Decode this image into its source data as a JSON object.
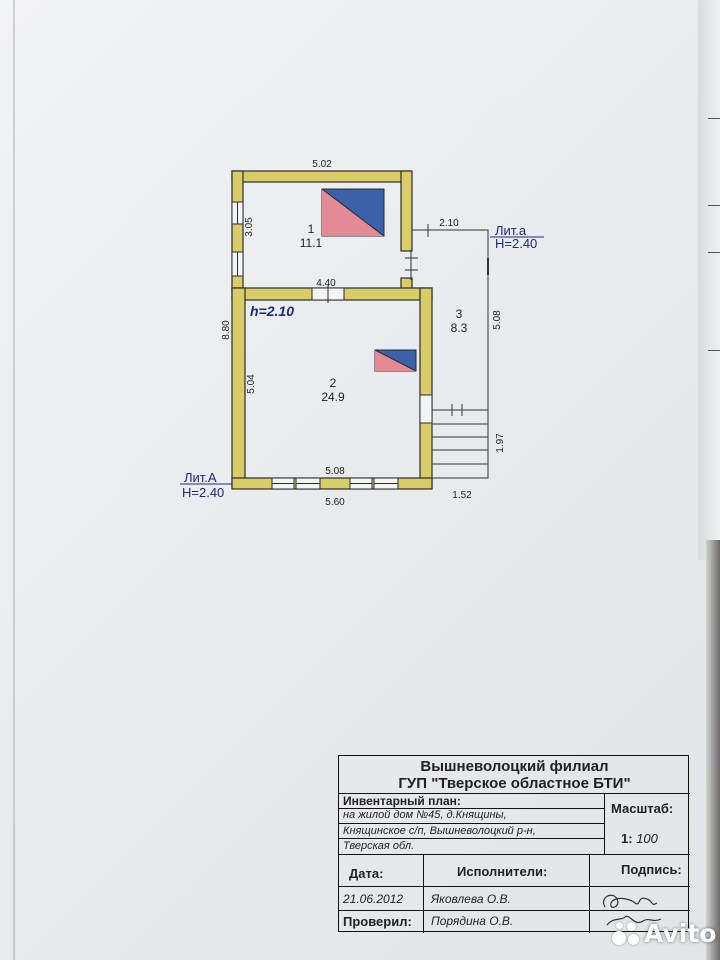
{
  "floorplan": {
    "dims": {
      "top_width": "5.02",
      "room1_height": "3.05",
      "porch_width": "2.10",
      "room1_bottom": "4.40",
      "left_total": "8.80",
      "room2_height": "5.04",
      "bottom_inner": "5.08",
      "bottom_outer": "5.60",
      "veranda_height": "5.08",
      "stairs_height": "1.97",
      "stairs_width": "1.52"
    },
    "rooms": [
      {
        "number": "1",
        "area": "11.1"
      },
      {
        "number": "2",
        "area": "24.9"
      },
      {
        "number": "3",
        "area": "8.3"
      }
    ],
    "inner_height": "h=2.10",
    "lit_small": {
      "name": "Лит.а",
      "height": "H=2.40"
    },
    "lit_main": {
      "name": "Лит.А",
      "height": "H=2.40"
    },
    "colors": {
      "wall": "#d9cd6a",
      "stove_blue": "#3b62a8",
      "stove_pink": "#e48a97",
      "outline": "#2b2b2b"
    }
  },
  "title_block": {
    "org_line1": "Вышневолоцкий филиал",
    "org_line2": "ГУП \"Тверское областное БТИ\"",
    "plan_label": "Инвентарный план:",
    "plan_line1": "на жилой дом №45, д.Княщины,",
    "plan_line2": "Княщинское с/п, Вышневолоцкий р-н,",
    "plan_line3": "Тверская обл.",
    "scale_label": "Масштаб:",
    "scale_prefix": "1:",
    "scale_value": "100",
    "date_label": "Дата:",
    "date_value": "21.06.2012",
    "executors_label": "Исполнители:",
    "executor": "Яковлева О.В.",
    "signature_label": "Подпись:",
    "checked_label": "Проверил:",
    "checker": "Порядина О.В."
  },
  "watermark": {
    "text": "Avito"
  }
}
